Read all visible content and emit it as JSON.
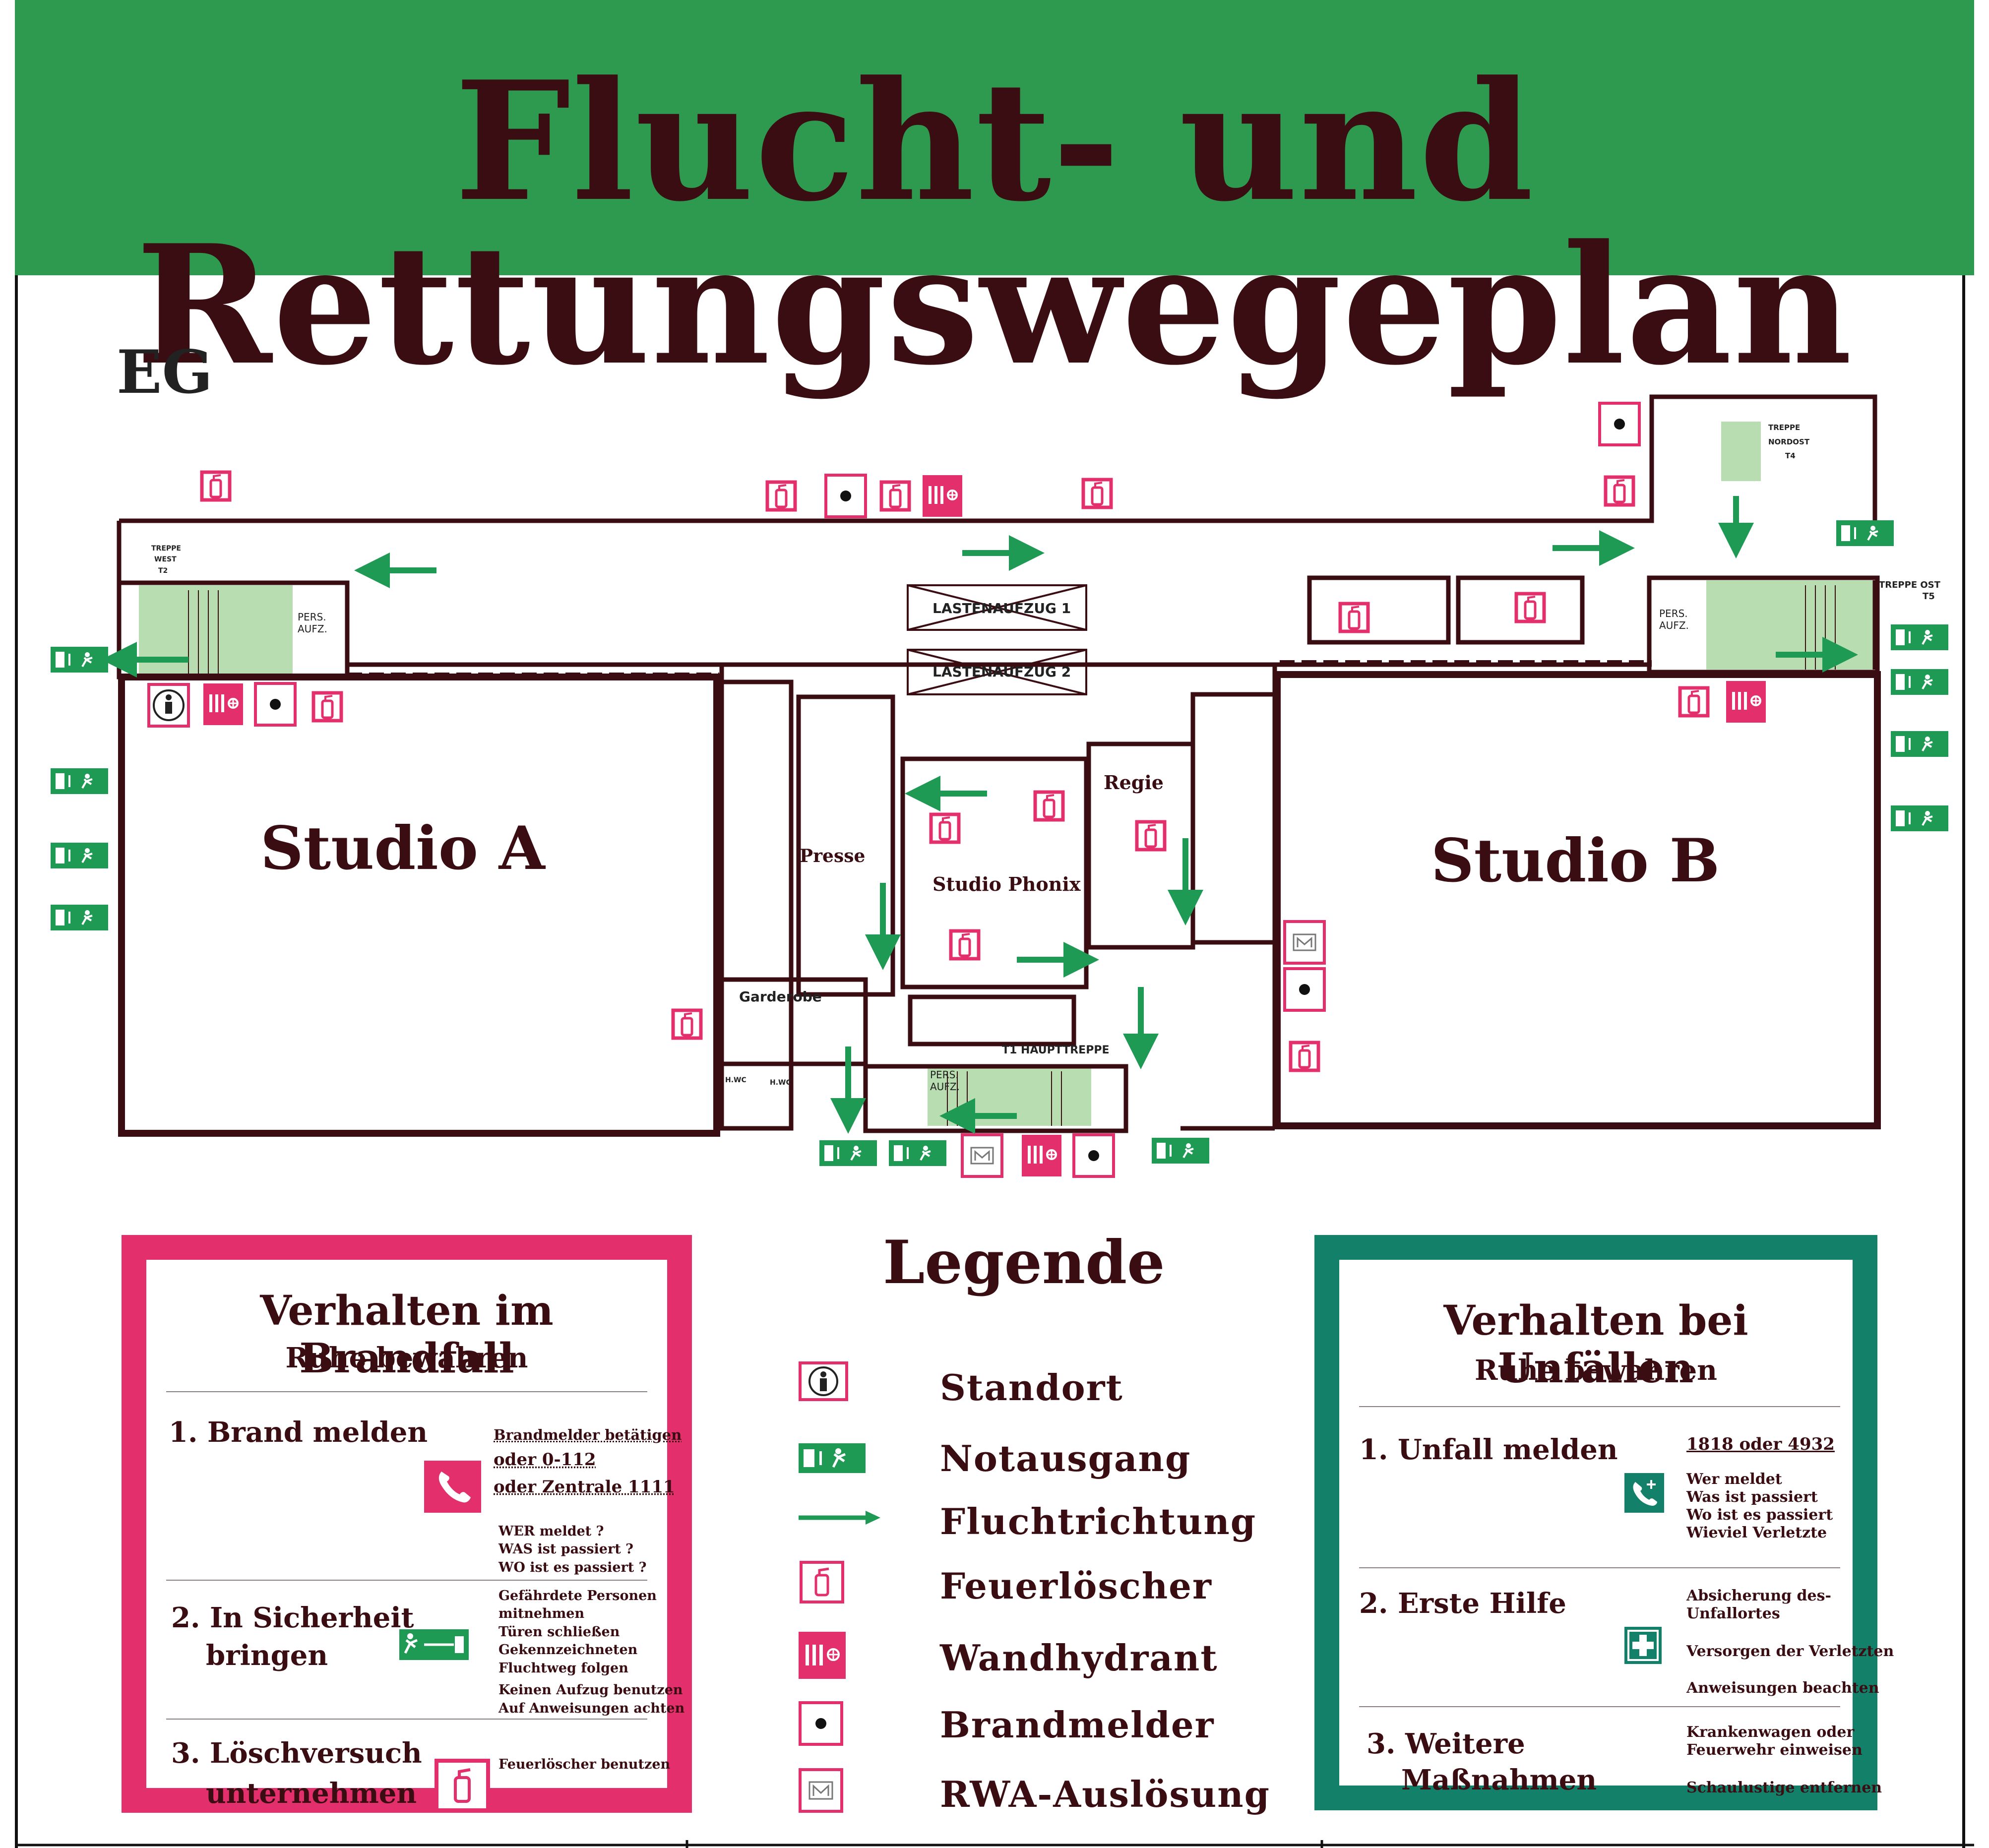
{
  "title": "Flucht- und Rettungswegeplan",
  "floor": "EG",
  "rooms": {
    "studio_a": "Studio A",
    "studio_b": "Studio B",
    "studio_phonix": "Studio Phonix",
    "regie": "Regie",
    "presse": "Presse",
    "garderobe": "Garderobe",
    "lastenaufzug_1": "LASTENAUFZUG 1",
    "lastenaufzug_2": "LASTENAUFZUG 2",
    "treppe_west": [
      "TREPPE",
      "WEST",
      "T2"
    ],
    "treppe_nordost": [
      "TREPPE",
      "NORDOST",
      "T4"
    ],
    "treppe_ost": [
      "TREPPE OST",
      "T5"
    ],
    "haupttreppe": "T1  HAUPTTREPPE",
    "pers_aufz": [
      "PERS.",
      "AUFZ."
    ],
    "wc1": "H.WC",
    "wc2": "H.WC"
  },
  "colors": {
    "header_green": "#2e9a4f",
    "title_text": "#3a0d12",
    "fire_red": "#e3306c",
    "exit_green": "#1f9a55",
    "wall": "#3a0d12",
    "stair_green": "#b8ddb0",
    "accident_teal": "#13806a"
  },
  "fire_panel": {
    "title": "Verhalten im Brandfall",
    "subtitle": "Ruhe bewahren",
    "step1": "1. Brand melden",
    "step1_notes": [
      "Brandmelder betätigen",
      "oder   0-112",
      "oder   Zentrale 1111"
    ],
    "step1_questions": [
      "WER meldet ?",
      "WAS ist passiert ?",
      "WO ist es passiert ?"
    ],
    "step2": [
      "2. In Sicherheit",
      "bringen"
    ],
    "step2_notes": [
      "Gefährdete Personen",
      "mitnehmen",
      "Türen schließen",
      "Gekennzeichneten",
      "Fluchtweg folgen",
      "Keinen Aufzug benutzen",
      "Auf Anweisungen achten"
    ],
    "step3": [
      "3. Löschversuch",
      "unternehmen"
    ],
    "step3_note": "Feuerlöscher benutzen",
    "icons": [
      "phone-icon",
      "emergency-exit-icon",
      "fire-extinguisher-icon"
    ]
  },
  "legend": {
    "title": "Legende",
    "items": [
      {
        "label": "Standort",
        "icon": "standort-icon"
      },
      {
        "label": "Notausgang",
        "icon": "emergency-exit-icon"
      },
      {
        "label": "Fluchtrichtung",
        "icon": "escape-arrow-icon"
      },
      {
        "label": "Feuerlöscher",
        "icon": "fire-extinguisher-icon"
      },
      {
        "label": "Wandhydrant",
        "icon": "wall-hydrant-icon"
      },
      {
        "label": "Brandmelder",
        "icon": "fire-alarm-icon"
      },
      {
        "label": "RWA-Auslösung",
        "icon": "smoke-vent-icon"
      }
    ]
  },
  "accident_panel": {
    "title": "Verhalten bei Unfällen",
    "subtitle": "Ruhe bewahren",
    "step1": "1. Unfall melden",
    "step1_number": "1818  oder  4932",
    "step1_notes": [
      "Wer meldet",
      "Was ist passiert",
      "Wo ist es passiert",
      "Wieviel Verletzte"
    ],
    "step2": "2. Erste Hilfe",
    "step2_notes": [
      "Absicherung des-",
      "Unfallortes",
      "Versorgen der Verletzten",
      "Anweisungen beachten"
    ],
    "step3": [
      "3. Weitere",
      "Maßnahmen"
    ],
    "step3_notes": [
      "Krankenwagen oder",
      "Feuerwehr einweisen",
      "Schaulustige entfernen"
    ],
    "icons": [
      "emergency-phone-icon",
      "first-aid-icon"
    ]
  }
}
